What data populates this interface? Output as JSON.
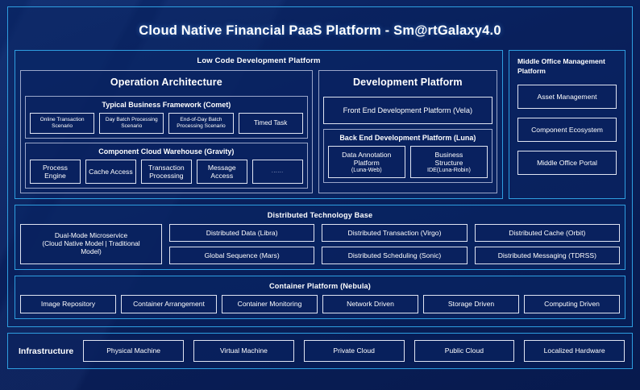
{
  "title": "Cloud Native Financial PaaS Platform - Sm@rtGalaxy4.0",
  "low_code": {
    "header": "Low Code Development Platform",
    "operation_architecture": {
      "header": "Operation Architecture",
      "business_framework": {
        "header": "Typical Business Framework (Comet)",
        "items": [
          "Online Transaction Scenario",
          "Day Batch Processing Scenario",
          "End-of-Day Batch Processing Scenario",
          "Timed Task"
        ]
      },
      "component_warehouse": {
        "header": "Component Cloud Warehouse (Gravity)",
        "items": [
          "Process Engine",
          "Cache Access",
          "Transaction Processing",
          "Message Access",
          "......"
        ]
      }
    },
    "development_platform": {
      "header": "Development Platform",
      "front_end": "Front End Development Platform (Vela)",
      "back_end": {
        "header": "Back End Development Platform (Luna)",
        "items": [
          {
            "line1": "Data Annotation",
            "line2": "Platform",
            "line3": "(Luna-Web)"
          },
          {
            "line1": "Business",
            "line2": "Structure",
            "line3": "IDE(Luna-Robin)"
          }
        ]
      }
    }
  },
  "middle_office": {
    "title": "Middle Office Management Platform",
    "items": [
      "Asset Management",
      "Component Ecosystem",
      "Middle Office Portal"
    ]
  },
  "distributed_technology_base": {
    "header": "Distributed Technology Base",
    "dual_mode": {
      "line1": "Dual-Mode Microservice",
      "line2": "(Cloud Native Model | Traditional",
      "line3": "Model)"
    },
    "columns": [
      [
        "Distributed Data (Libra)",
        "Global Sequence (Mars)"
      ],
      [
        "Distributed Transaction (Virgo)",
        "Distributed Scheduling (Sonic)"
      ],
      [
        "Distributed Cache (Orbit)",
        "Distributed Messaging (TDRSS)"
      ]
    ]
  },
  "container_platform": {
    "header": "Container Platform (Nebula)",
    "items": [
      "Image Repository",
      "Container Arrangement",
      "Container Monitoring",
      "Network Driven",
      "Storage Driven",
      "Computing Driven"
    ]
  },
  "infrastructure": {
    "label": "Infrastructure",
    "items": [
      "Physical Machine",
      "Virtual Machine",
      "Private Cloud",
      "Public Cloud",
      "Localized Hardware"
    ]
  },
  "colors": {
    "background": "#0a1f5c",
    "accent_border": "#2e9ee0",
    "chip_border": "#dfe4f2",
    "subpanel_border": "#9aa6c9",
    "text": "#ffffff"
  }
}
